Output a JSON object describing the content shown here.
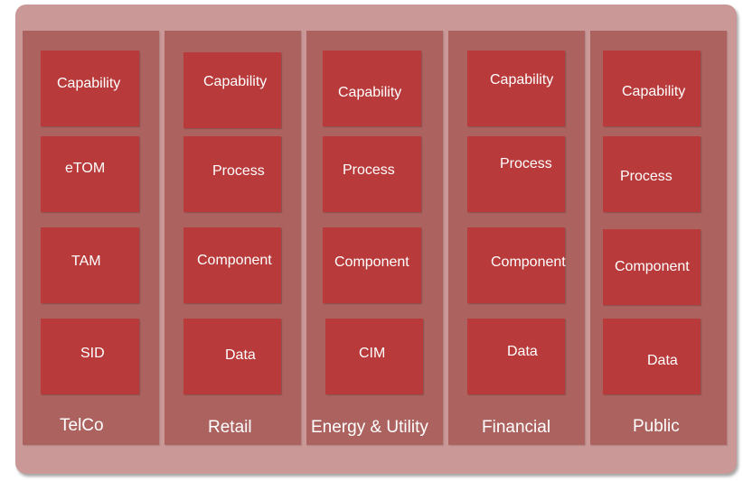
{
  "columns": [
    {
      "label": "TelCo",
      "boxes": [
        "Capability",
        "eTOM",
        "TAM",
        "SID"
      ]
    },
    {
      "label": "Retail",
      "boxes": [
        "Capability",
        "Process",
        "Component",
        "Data"
      ]
    },
    {
      "label": "Energy & Utility",
      "boxes": [
        "Capability",
        "Process",
        "Component",
        "CIM"
      ]
    },
    {
      "label": "Financial",
      "boxes": [
        "Capability",
        "Process",
        "Component",
        "Data"
      ]
    },
    {
      "label": "Public",
      "boxes": [
        "Capability",
        "Process",
        "Component",
        "Data"
      ]
    }
  ],
  "colors": {
    "frame": "#c99897",
    "column": "#ac6360",
    "box": "#b83a3a",
    "text": "#ffffff"
  }
}
